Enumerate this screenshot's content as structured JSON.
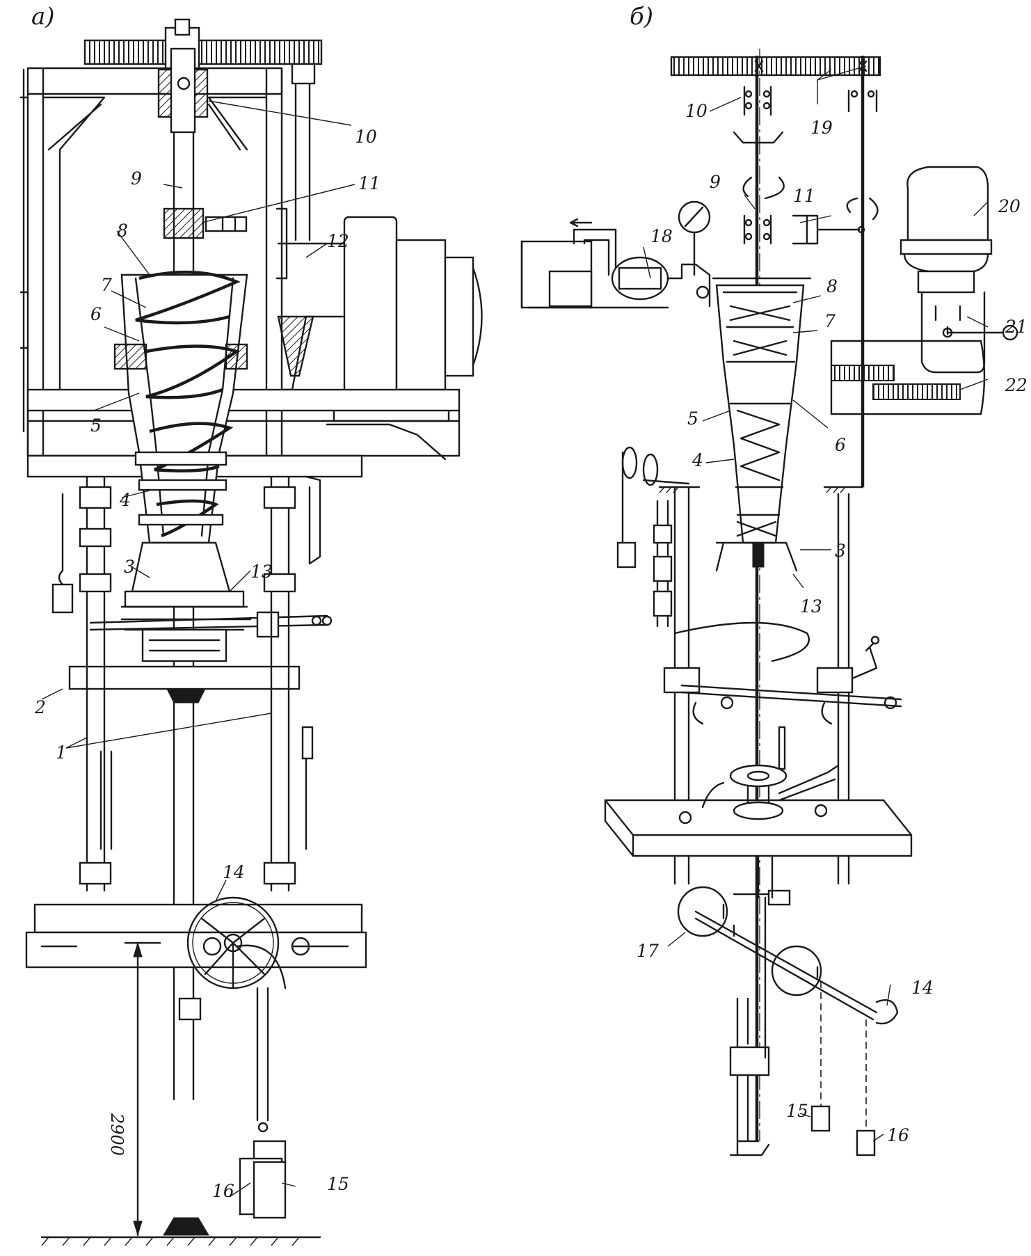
{
  "panels": [
    {
      "id": "a",
      "label": "а)"
    },
    {
      "id": "b",
      "label": "б)"
    }
  ],
  "dimension": "2900",
  "labels_a": [
    "10",
    "9",
    "11",
    "8",
    "7",
    "6",
    "12",
    "5",
    "4",
    "3",
    "13",
    "2",
    "1",
    "14",
    "16",
    "15"
  ],
  "labels_b": [
    "10",
    "19",
    "9",
    "11",
    "20",
    "18",
    "8",
    "7",
    "21",
    "22",
    "5",
    "6",
    "4",
    "3",
    "13",
    "17",
    "14",
    "15",
    "16"
  ]
}
